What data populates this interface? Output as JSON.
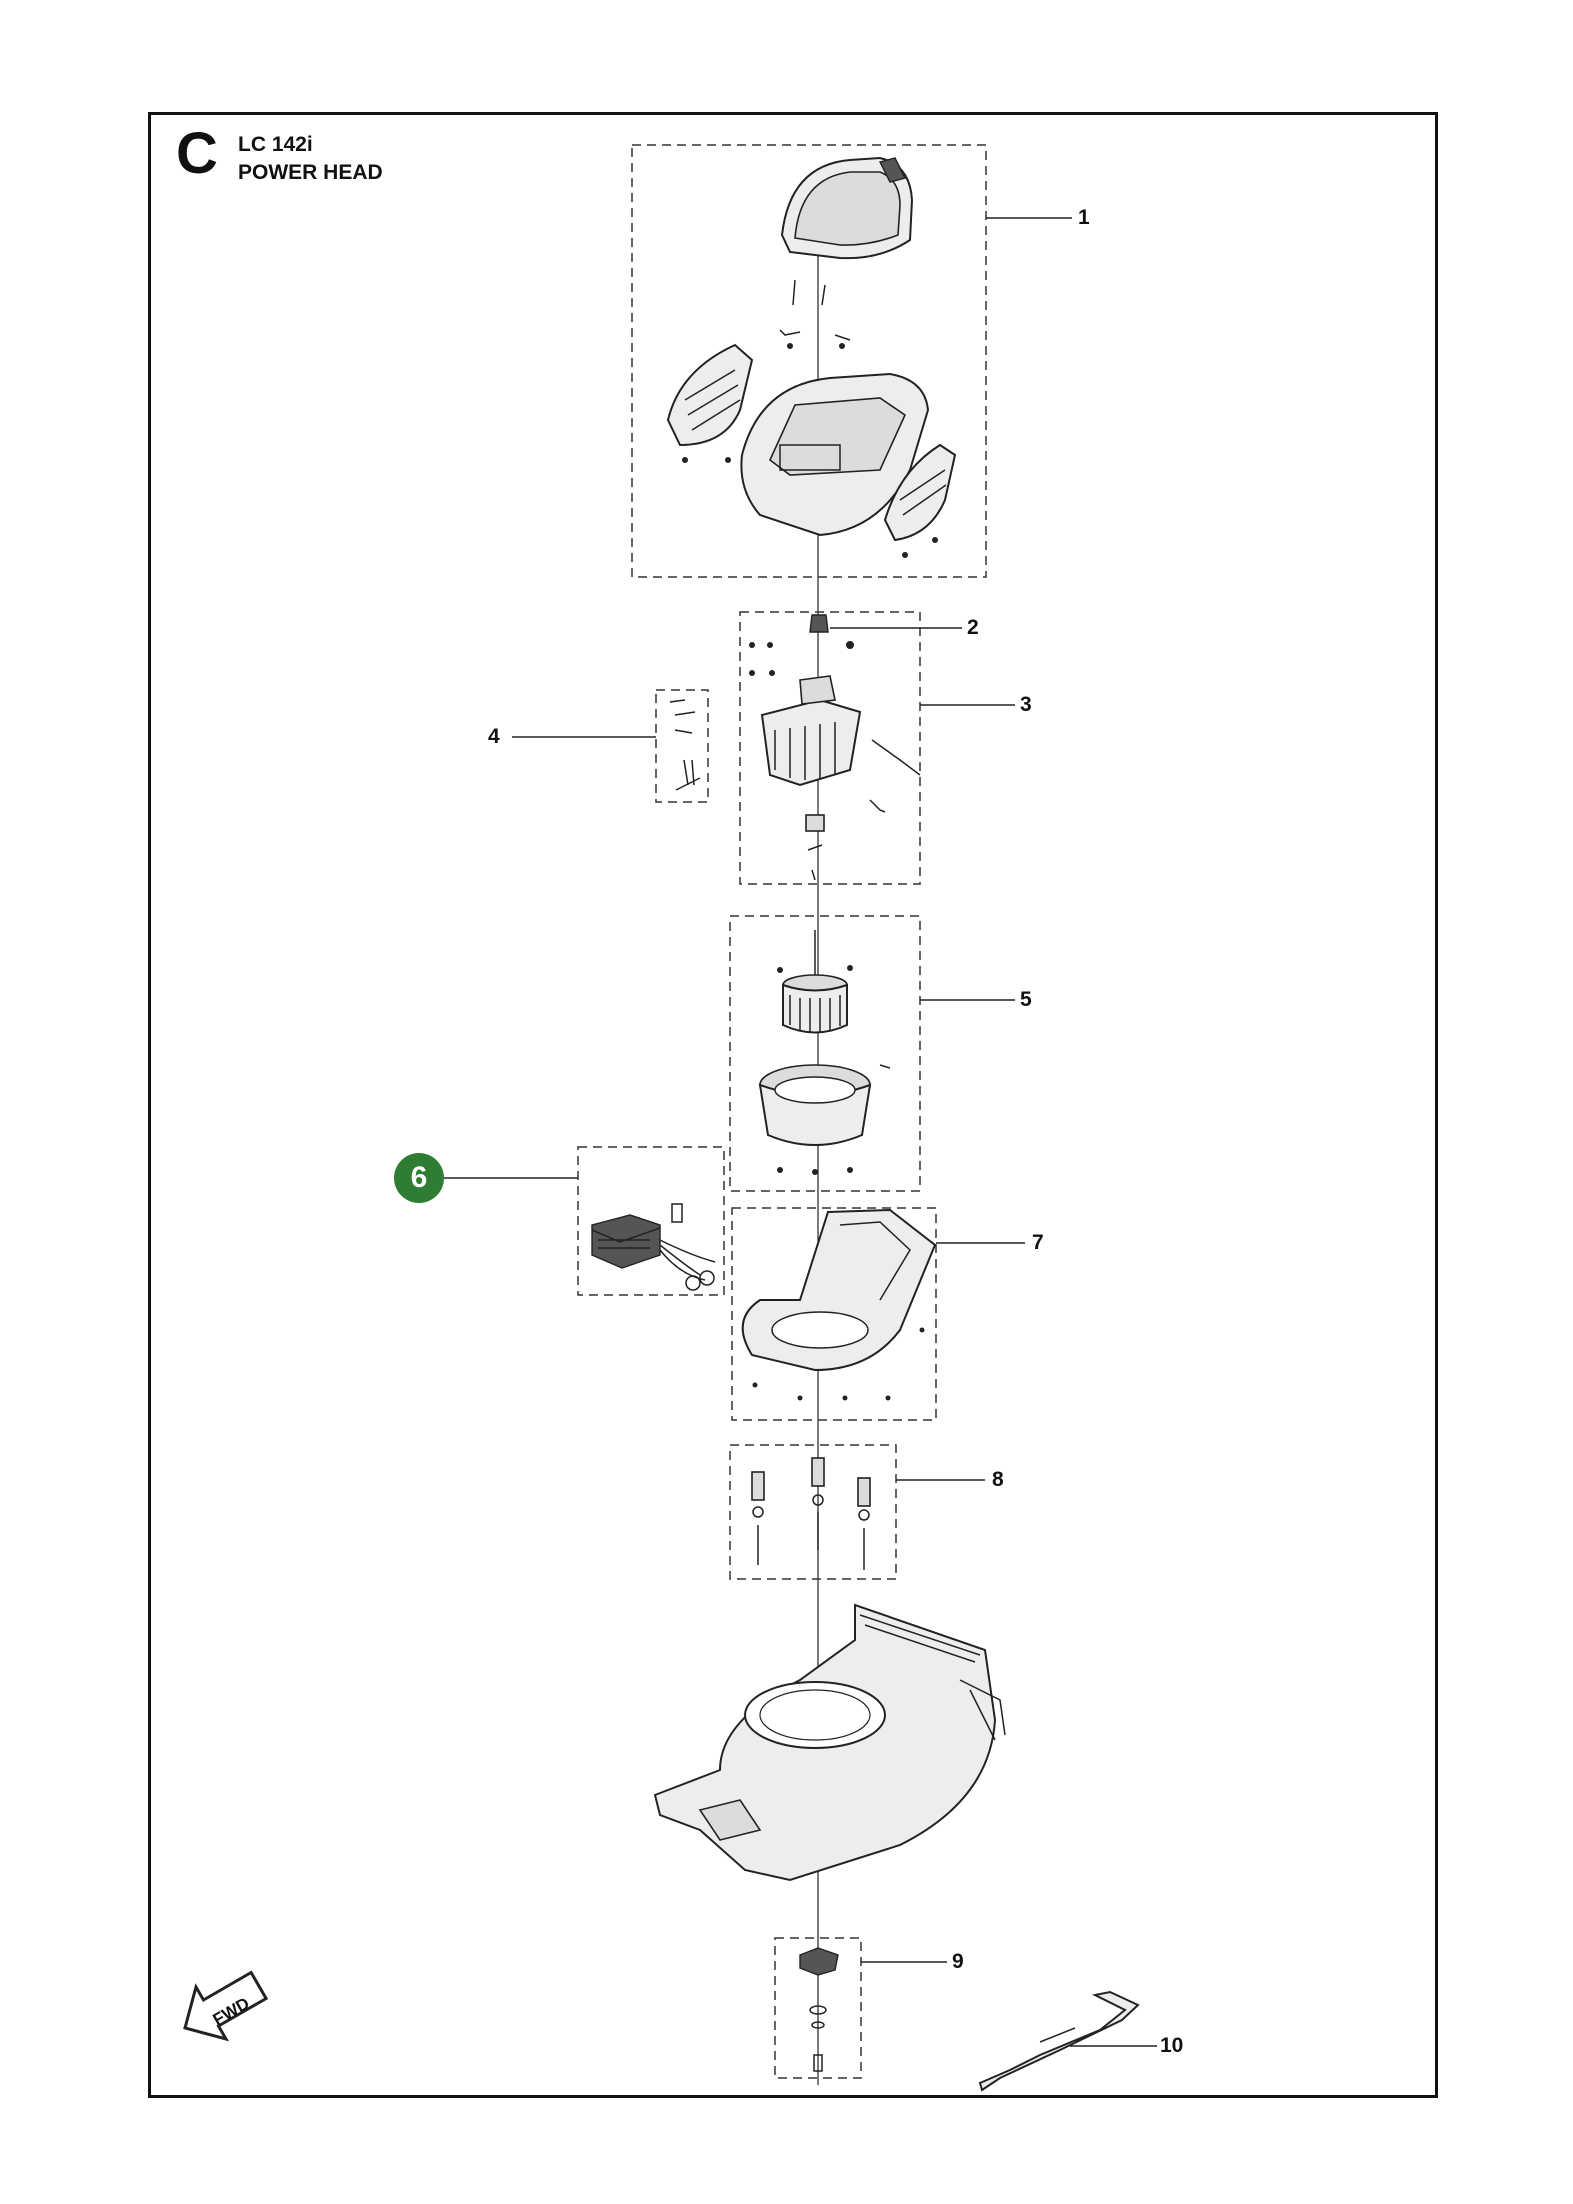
{
  "header": {
    "section_letter": "C",
    "model": "LC 142i",
    "subtitle": "POWER HEAD"
  },
  "callouts": [
    "1",
    "2",
    "3",
    "4",
    "5",
    "6",
    "7",
    "8",
    "9",
    "10"
  ],
  "highlight": {
    "label": "6",
    "color": "#2e7d32"
  },
  "fwd_label": "FWD"
}
